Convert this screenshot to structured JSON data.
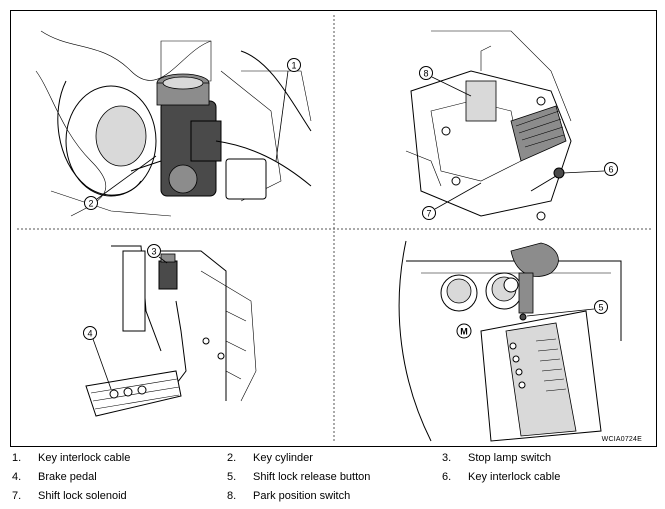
{
  "figure": {
    "code": "WCIA0724E",
    "callouts": [
      "1",
      "2",
      "3",
      "4",
      "5",
      "6",
      "7",
      "8"
    ]
  },
  "legend": [
    {
      "num": "1.",
      "label": "Key interlock cable"
    },
    {
      "num": "2.",
      "label": "Key cylinder"
    },
    {
      "num": "3.",
      "label": "Stop lamp switch"
    },
    {
      "num": "4.",
      "label": "Brake pedal"
    },
    {
      "num": "5.",
      "label": "Shift lock release button"
    },
    {
      "num": "6.",
      "label": "Key interlock cable"
    },
    {
      "num": "7.",
      "label": "Shift lock solenoid"
    },
    {
      "num": "8.",
      "label": "Park position switch"
    }
  ],
  "shifter_marking": "M"
}
